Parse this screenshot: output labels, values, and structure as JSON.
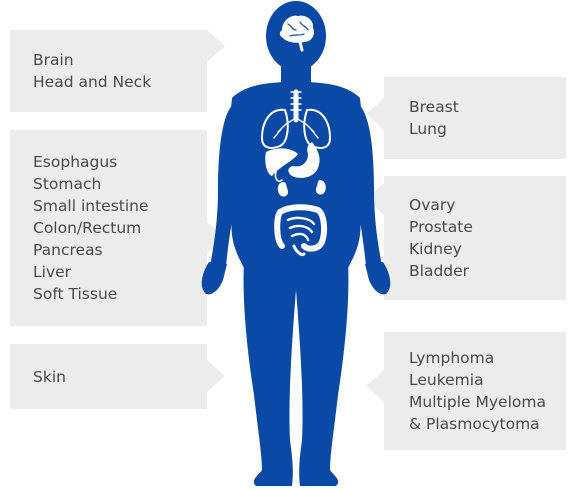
{
  "callouts": {
    "brain_head": {
      "lines": [
        "Brain",
        "Head and Neck"
      ]
    },
    "digestive": {
      "lines": [
        "Esophagus",
        "Stomach",
        "Small intestine",
        "Colon/Rectum",
        "Pancreas",
        "Liver",
        "Soft Tissue"
      ]
    },
    "skin": {
      "lines": [
        "Skin"
      ]
    },
    "breast_lung": {
      "lines": [
        "Breast",
        "Lung"
      ]
    },
    "urogenital": {
      "lines": [
        "Ovary",
        "Prostate",
        "Kidney",
        "Bladder"
      ]
    },
    "blood": {
      "lines": [
        "Lymphoma",
        "Leukemia",
        "Multiple Myeloma",
        "& Plasmocytoma"
      ]
    }
  },
  "colors": {
    "figure": "#0a4aa6",
    "organ": "#ffffff",
    "callout_bg": "#ececec",
    "text": "#4a4a4a"
  },
  "icons": [
    "human-body-silhouette-icon",
    "brain-icon",
    "lungs-icon",
    "stomach-icon",
    "liver-icon",
    "kidney-icon",
    "intestine-icon"
  ]
}
